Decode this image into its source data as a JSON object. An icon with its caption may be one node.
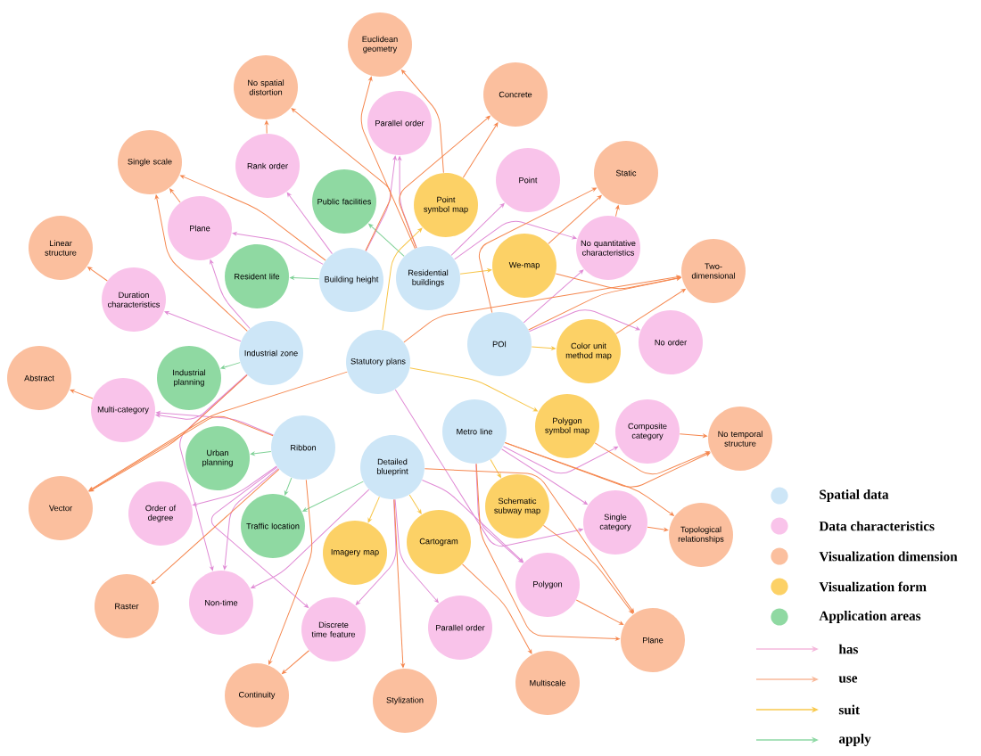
{
  "diagram": {
    "nodes": [
      {
        "text": [
          "Euclidean geometry"
        ]
      },
      {
        "text": [
          "No spatial distortion"
        ]
      },
      {
        "text": [
          "Concrete"
        ]
      },
      {
        "text": [
          "Parallel order"
        ]
      },
      {
        "text": [
          "Single scale"
        ]
      },
      {
        "text": [
          "Rank order"
        ]
      },
      {
        "text": [
          "Static"
        ]
      },
      {
        "text": [
          "Point"
        ]
      },
      {
        "text": [
          "Public facilities"
        ]
      },
      {
        "text": [
          "Point symbol map"
        ]
      },
      {
        "text": [
          "Plane"
        ]
      },
      {
        "text": [
          "No quantitative characteristics"
        ]
      },
      {
        "text": [
          "Linear structure"
        ]
      },
      {
        "text": [
          "We-map"
        ]
      },
      {
        "text": [
          "Two-dimensional"
        ]
      },
      {
        "text": [
          "Resident life"
        ]
      },
      {
        "text": [
          "Building height"
        ]
      },
      {
        "text": [
          "Residential buildings"
        ]
      },
      {
        "text": [
          "Duration characteristics"
        ]
      },
      {
        "text": [
          "POI"
        ]
      },
      {
        "text": [
          "No order"
        ]
      },
      {
        "text": [
          "Color unit method map"
        ]
      },
      {
        "text": [
          "Industrial zone"
        ]
      },
      {
        "text": [
          "Statutory plans"
        ]
      },
      {
        "text": [
          "Industrial planning"
        ]
      },
      {
        "text": [
          "Abstract"
        ]
      },
      {
        "text": [
          "Multi-category"
        ]
      },
      {
        "text": [
          "Polygon symbol map"
        ]
      },
      {
        "text": [
          "Metro line"
        ]
      },
      {
        "text": [
          "Composite category"
        ]
      },
      {
        "text": [
          "No temporal structure"
        ]
      },
      {
        "text": [
          "Ribbon"
        ]
      },
      {
        "text": [
          "Urban planning"
        ]
      },
      {
        "text": [
          "Detailed blueprint"
        ]
      },
      {
        "text": [
          "Schematic subway map"
        ]
      },
      {
        "text": [
          "Vector"
        ]
      },
      {
        "text": [
          "Order of degree"
        ]
      },
      {
        "text": [
          "Single category"
        ]
      },
      {
        "text": [
          "Traffic location"
        ]
      },
      {
        "text": [
          "Topological relationships"
        ]
      },
      {
        "text": [
          "Cartogram"
        ]
      },
      {
        "text": [
          "Imagery map"
        ]
      },
      {
        "text": [
          "Polygon"
        ]
      },
      {
        "text": [
          "Non-time"
        ]
      },
      {
        "text": [
          "Raster"
        ]
      },
      {
        "text": [
          "Discrete time feature"
        ]
      },
      {
        "text": [
          "Parallel order"
        ]
      },
      {
        "text": [
          "Plane"
        ]
      },
      {
        "text": [
          "Multiscale"
        ]
      },
      {
        "text": [
          "Continuity"
        ]
      },
      {
        "text": [
          "Stylization"
        ]
      }
    ],
    "edges": [
      {
        "from": 16,
        "to": 5,
        "arrow": "to",
        "color": "#e08bd5"
      },
      {
        "from": 16,
        "to": 10,
        "arrow": "to",
        "color": "#e08bd5"
      },
      {
        "from": 16,
        "to": 3,
        "arrow": "to",
        "color": "#e08bd5"
      },
      {
        "from": 17,
        "to": 3,
        "arrow": "to",
        "color": "#e08bd5"
      },
      {
        "from": 17,
        "to": 7,
        "arrow": "to",
        "color": "#e08bd5"
      },
      {
        "from": 17,
        "to": 11,
        "arrow": "to",
        "color": "#e08bd5"
      },
      {
        "from": 19,
        "to": 11,
        "arrow": "to",
        "color": "#e08bd5"
      },
      {
        "from": 19,
        "to": 20,
        "arrow": "to",
        "color": "#e08bd5"
      },
      {
        "from": 22,
        "to": 10,
        "arrow": "to",
        "color": "#e08bd5"
      },
      {
        "from": 22,
        "to": 18,
        "arrow": "to",
        "color": "#e08bd5"
      },
      {
        "from": 22,
        "to": 26,
        "arrow": "to",
        "color": "#e08bd5"
      },
      {
        "from": 22,
        "to": 43,
        "arrow": "to",
        "color": "#e08bd5"
      },
      {
        "from": 23,
        "to": 37,
        "arrow": "to",
        "color": "#e08bd5"
      },
      {
        "from": 28,
        "to": 29,
        "arrow": "to",
        "color": "#e08bd5"
      },
      {
        "from": 28,
        "to": 42,
        "arrow": "to",
        "color": "#e08bd5"
      },
      {
        "from": 28,
        "to": 37,
        "arrow": "to",
        "color": "#e08bd5"
      },
      {
        "from": 31,
        "to": 43,
        "arrow": "to",
        "color": "#e08bd5"
      },
      {
        "from": 31,
        "to": 45,
        "arrow": "to",
        "color": "#e08bd5"
      },
      {
        "from": 31,
        "to": 36,
        "arrow": "to",
        "color": "#e08bd5"
      },
      {
        "from": 31,
        "to": 26,
        "arrow": "to",
        "color": "#e08bd5"
      },
      {
        "from": 33,
        "to": 46,
        "arrow": "to",
        "color": "#e08bd5"
      },
      {
        "from": 33,
        "to": 43,
        "arrow": "to",
        "color": "#e08bd5"
      },
      {
        "from": 33,
        "to": 45,
        "arrow": "to",
        "color": "#e08bd5"
      },
      {
        "from": 33,
        "to": 42,
        "arrow": "to",
        "color": "#e08bd5"
      },
      {
        "from": 16,
        "to": 15,
        "arrow": "to",
        "color": "#7fd196"
      },
      {
        "from": 17,
        "to": 8,
        "arrow": "to",
        "color": "#7fd196"
      },
      {
        "from": 22,
        "to": 24,
        "arrow": "to",
        "color": "#7fd196"
      },
      {
        "from": 31,
        "to": 32,
        "arrow": "to",
        "color": "#7fd196"
      },
      {
        "from": 31,
        "to": 38,
        "arrow": "to",
        "color": "#7fd196"
      },
      {
        "from": 33,
        "to": 38,
        "arrow": "to",
        "color": "#7fd196"
      },
      {
        "from": 23,
        "to": 9,
        "arrow": "to",
        "color": "#f7c548"
      },
      {
        "from": 28,
        "to": 34,
        "arrow": "to",
        "color": "#f7c548"
      },
      {
        "from": 33,
        "to": 41,
        "arrow": "to",
        "color": "#f7c548"
      },
      {
        "from": 33,
        "to": 40,
        "arrow": "to",
        "color": "#f7c548"
      },
      {
        "from": 19,
        "to": 21,
        "arrow": "to",
        "color": "#f7c548"
      },
      {
        "from": 17,
        "to": 13,
        "arrow": "to",
        "color": "#f7c548"
      },
      {
        "from": 23,
        "to": 27,
        "arrow": "to",
        "color": "#f7c548"
      },
      {
        "from": 16,
        "to": 1,
        "arrow": "to"
      },
      {
        "from": 16,
        "to": 4,
        "arrow": "to"
      },
      {
        "from": 17,
        "to": 0,
        "arrow": "to"
      },
      {
        "from": 17,
        "to": 2,
        "arrow": "to"
      },
      {
        "from": 19,
        "to": 14,
        "arrow": "to"
      },
      {
        "from": 19,
        "to": 6,
        "arrow": "to"
      },
      {
        "from": 22,
        "to": 4,
        "arrow": "to"
      },
      {
        "from": 22,
        "to": 35,
        "arrow": "to"
      },
      {
        "from": 23,
        "to": 14,
        "arrow": "to"
      },
      {
        "from": 23,
        "to": 35,
        "arrow": "to"
      },
      {
        "from": 28,
        "to": 30,
        "arrow": "to"
      },
      {
        "from": 28,
        "to": 47,
        "arrow": "to"
      },
      {
        "from": 28,
        "to": 39,
        "arrow": "to"
      },
      {
        "from": 31,
        "to": 35,
        "arrow": "to"
      },
      {
        "from": 31,
        "to": 44,
        "arrow": "to"
      },
      {
        "from": 31,
        "to": 49,
        "arrow": "to"
      },
      {
        "from": 33,
        "to": 50,
        "arrow": "to"
      },
      {
        "from": 33,
        "to": 47,
        "arrow": "to"
      },
      {
        "from": 18,
        "to": 12,
        "arrow": "to"
      },
      {
        "from": 26,
        "to": 25,
        "arrow": "to"
      },
      {
        "from": 29,
        "to": 30,
        "arrow": "to"
      },
      {
        "from": 5,
        "to": 1,
        "arrow": "to"
      },
      {
        "from": 10,
        "to": 4,
        "arrow": "to"
      },
      {
        "from": 11,
        "to": 6,
        "arrow": "to"
      },
      {
        "from": 37,
        "to": 39,
        "arrow": "to"
      },
      {
        "from": 45,
        "to": 49,
        "arrow": "to"
      },
      {
        "from": 9,
        "to": 0,
        "arrow": "to"
      },
      {
        "from": 9,
        "to": 2,
        "arrow": "to"
      },
      {
        "from": 13,
        "to": 6,
        "arrow": "to"
      },
      {
        "from": 13,
        "to": 14,
        "arrow": "to"
      },
      {
        "from": 21,
        "to": 14,
        "arrow": "to"
      },
      {
        "from": 27,
        "to": 30,
        "arrow": "to"
      },
      {
        "from": 34,
        "to": 47,
        "arrow": "to"
      },
      {
        "from": 40,
        "to": 48,
        "arrow": "to"
      },
      {
        "from": 42,
        "to": 47,
        "arrow": "to"
      }
    ],
    "legend": [
      {
        "text": "Spatial data",
        "color": "#cde6f7"
      },
      {
        "text": "Data characteristics",
        "color": "#f9c3ea"
      },
      {
        "text": "Visualization dimension",
        "color": "#fbbf9e"
      },
      {
        "text": "Visualization form",
        "color": "#fcd166"
      },
      {
        "text": "Application areas",
        "color": "#8fd9a2"
      },
      {
        "text": "has"
      },
      {
        "text": "use"
      },
      {
        "text": "suit"
      },
      {
        "text": "apply"
      }
    ]
  }
}
